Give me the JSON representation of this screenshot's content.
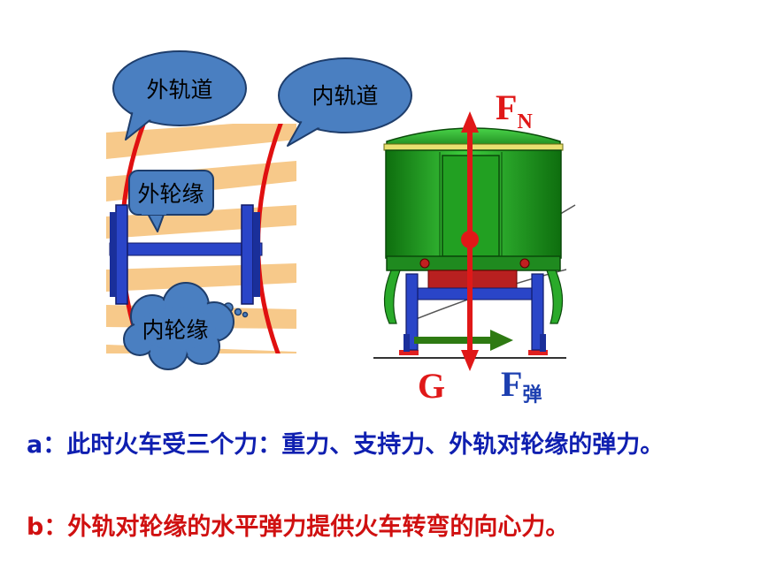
{
  "left_diagram": {
    "outer_track_label": "外轨道",
    "inner_track_label": "内轨道",
    "outer_flange_label": "外轮缘",
    "inner_flange_label": "内轮缘"
  },
  "right_diagram": {
    "normal_force_symbol": "F",
    "normal_force_subscript": "N",
    "gravity_symbol": "G",
    "elastic_force_symbol": "F",
    "elastic_force_subscript": "弹"
  },
  "captions": {
    "line_a": "a：此时火车受三个力：重力、支持力、外轨对轮缘的弹力。",
    "line_b": "b：外轨对轮缘的水平弹力提供火车转弯的向心力。"
  },
  "colors": {
    "force_arrow": "#e01818",
    "elastic_arrow": "#2e7a12",
    "rail_red": "#e01010",
    "sleeper": "#f7c98a",
    "bubble": "#4a7fc1",
    "car_body": "#2aaa2a",
    "axle": "#2a45c8",
    "caption_a": "#0f1fb0",
    "caption_b": "#d01010"
  }
}
